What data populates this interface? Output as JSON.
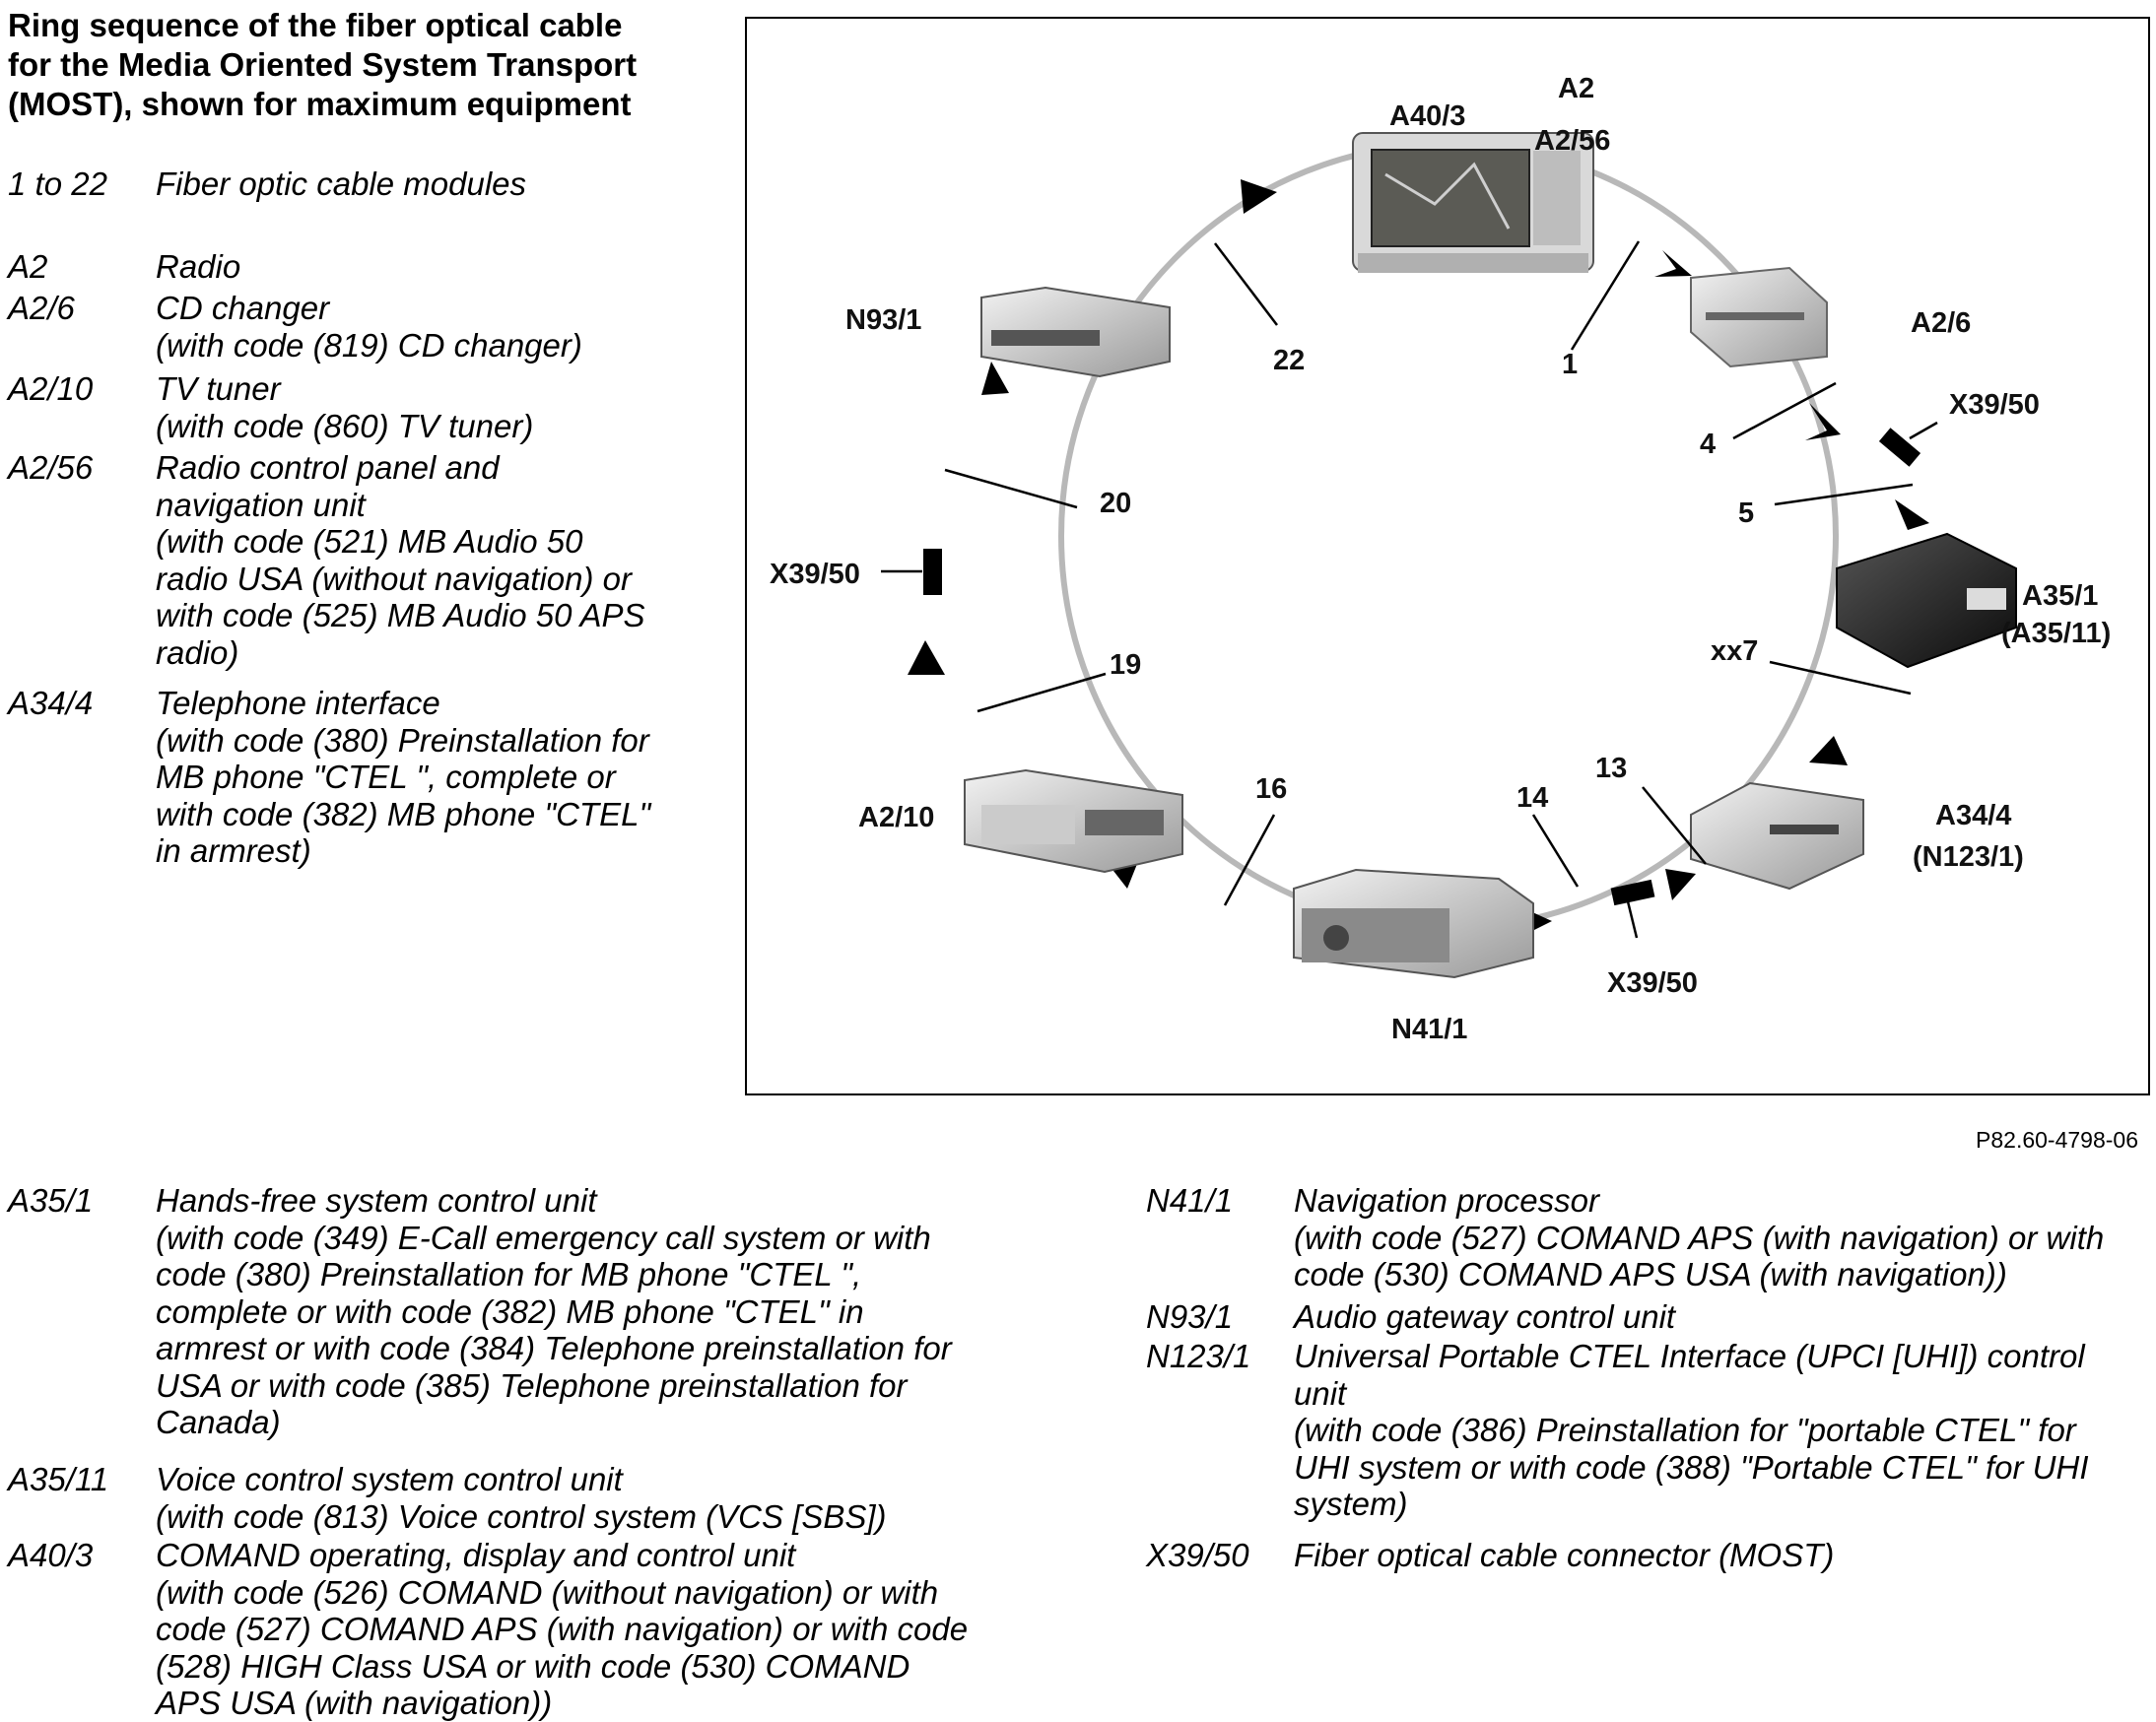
{
  "title": "Ring sequence of the fiber optical cable\nfor the Media Oriented System Transport\n(MOST), shown for maximum equipment",
  "legend_top": [
    {
      "code": "1 to 22",
      "desc": "Fiber optic cable modules"
    },
    {
      "code": "A2",
      "desc": "Radio"
    },
    {
      "code": "A2/6",
      "desc": "CD changer\n(with code (819) CD changer)"
    },
    {
      "code": "A2/10",
      "desc": "TV tuner\n(with code (860) TV tuner)"
    },
    {
      "code": "A2/56",
      "desc": "Radio control panel and\nnavigation unit\n(with code (521) MB Audio 50\nradio USA (without navigation) or\nwith code (525) MB Audio 50 APS\nradio)"
    },
    {
      "code": "A34/4",
      "desc": "Telephone interface\n(with code (380) Preinstallation for\nMB phone \"CTEL \", complete or\nwith code (382) MB phone \"CTEL\"\nin armrest)"
    }
  ],
  "legend_bottom_left": [
    {
      "code": "A35/1",
      "desc": "Hands-free system control unit\n(with code (349) E-Call emergency call system or with\ncode (380) Preinstallation for MB phone \"CTEL \",\ncomplete or with code (382) MB phone \"CTEL\" in\narmrest or with code (384) Telephone preinstallation for\nUSA or with code (385) Telephone preinstallation for\nCanada)"
    },
    {
      "code": "A35/11",
      "desc": "Voice control system control unit\n(with code (813) Voice control system (VCS [SBS])"
    },
    {
      "code": "A40/3",
      "desc": "COMAND operating, display and control unit\n(with code (526) COMAND (without navigation) or with\ncode (527) COMAND APS (with navigation) or with code\n(528) HIGH Class USA or with code (530) COMAND\nAPS USA (with navigation))"
    }
  ],
  "legend_bottom_right": [
    {
      "code": "N41/1",
      "desc": "Navigation processor\n(with code (527) COMAND APS (with navigation) or with\ncode (530) COMAND APS USA (with navigation))"
    },
    {
      "code": "N93/1",
      "desc": "Audio gateway control unit"
    },
    {
      "code": "N123/1",
      "desc": "Universal Portable CTEL Interface (UPCI [UHI]) control\nunit\n(with code (386) Preinstallation for \"portable CTEL\" for\nUHI system or with code (388) \"Portable CTEL\" for UHI\nsystem)"
    },
    {
      "code": "X39/50",
      "desc": "Fiber optical cable connector (MOST)"
    }
  ],
  "diagram": {
    "labels": {
      "a40_3": "A40/3",
      "a2": "A2",
      "a2_56": "A2/56",
      "a2_6": "A2/6",
      "x39_50_top": "X39/50",
      "a35_1": "A35/1",
      "a35_11": "(A35/11)",
      "a34_4": "A34/4",
      "n123_1": "(N123/1)",
      "x39_50_bottom": "X39/50",
      "n41_1": "N41/1",
      "a2_10": "A2/10",
      "x39_50_left": "X39/50",
      "n93_1": "N93/1"
    },
    "numbers": {
      "n1": "1",
      "n4": "4",
      "n5": "5",
      "nxx7": "xx7",
      "n13": "13",
      "n14": "14",
      "n16": "16",
      "n19": "19",
      "n20": "20",
      "n22": "22"
    }
  },
  "reference": "P82.60-4798-06"
}
